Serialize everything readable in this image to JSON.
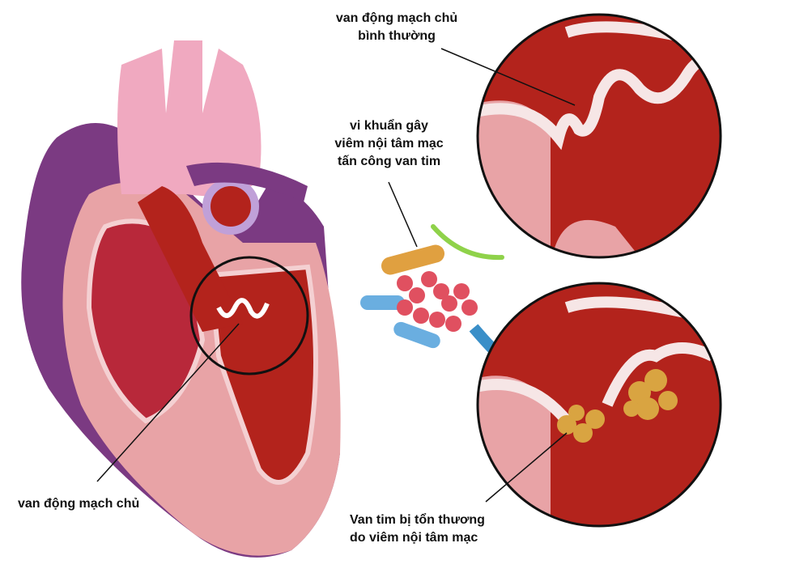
{
  "labels": {
    "normal_valve": [
      "van động mạch chủ",
      "bình thường"
    ],
    "bacteria": [
      "vi khuẩn gây",
      "viêm nội tâm mạc",
      "tấn công van tim"
    ],
    "aortic_valve": "van động mạch chủ",
    "damaged_valve": [
      "Van tim bị tổn thương",
      "do viêm nội tâm mạc"
    ]
  },
  "colors": {
    "blood": "#b3231c",
    "heart_pink": "#e58a92",
    "vein_purple": "#7b3a82",
    "vegetation": "#d9a441",
    "arrow": "#3a8fc8"
  }
}
